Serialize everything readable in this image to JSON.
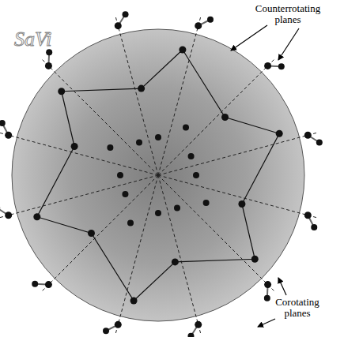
{
  "diagram": {
    "labels": [
      "SaVi",
      "Counterrotating planes",
      "Corotating planes"
    ]
  }
}
